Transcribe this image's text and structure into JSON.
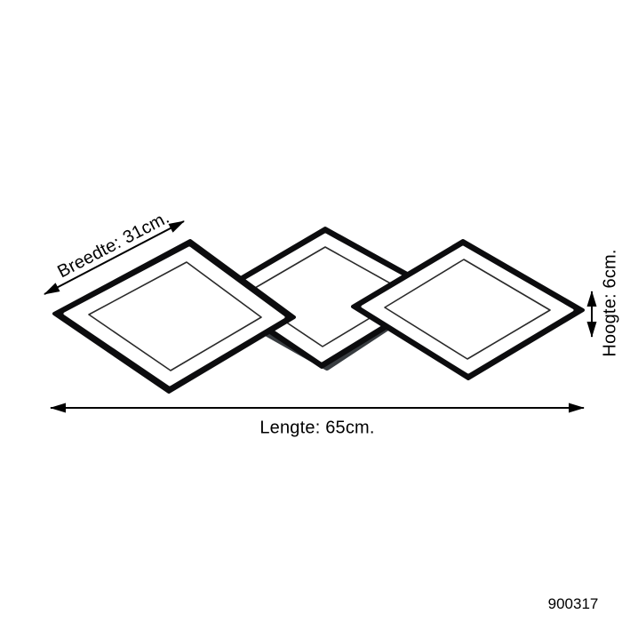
{
  "dimensions": {
    "breedte_label": "Breedte: 31cm.",
    "hoogte_label": "Hoogte: 6cm.",
    "lengte_label": "Lengte: 65cm."
  },
  "product": {
    "code": "900317"
  },
  "colors": {
    "background": "#ffffff",
    "frame_black": "#0c0c0e",
    "band_white": "#ffffff",
    "inner_edge": "#2a2a2a",
    "plate_gray": "#383c40",
    "annotation": "#000000"
  },
  "icons": {
    "breedte_arrow": "double-headed-arrow-diagonal",
    "hoogte_arrow": "double-headed-arrow-vertical",
    "lengte_arrow": "double-headed-arrow-horizontal"
  }
}
